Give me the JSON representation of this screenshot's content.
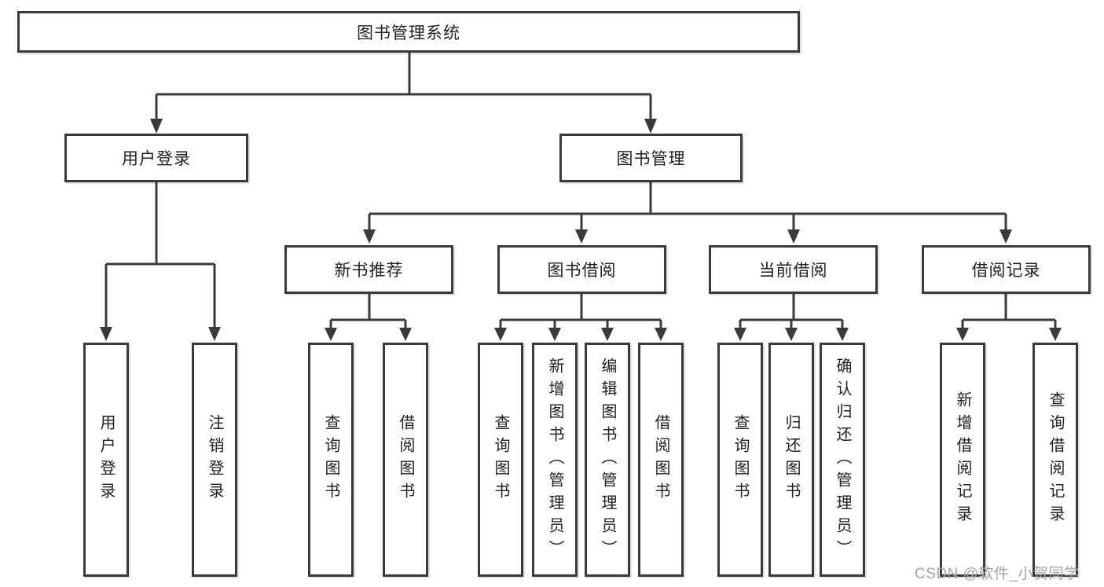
{
  "colors": {
    "background": "#ffffff",
    "line": "#3a3a3a",
    "box_border": "#3a3a3a",
    "text": "#1f1f1f",
    "watermark": "#a4a4a4"
  },
  "tree": {
    "label": "图书管理系统",
    "children": [
      {
        "label": "用户登录",
        "children": [
          {
            "label": "用户登录"
          },
          {
            "label": "注销登录"
          }
        ]
      },
      {
        "label": "图书管理",
        "children": [
          {
            "label": "新书推荐",
            "children": [
              {
                "label": "查询图书"
              },
              {
                "label": "借阅图书"
              }
            ]
          },
          {
            "label": "图书借阅",
            "children": [
              {
                "label": "查询图书"
              },
              {
                "label": "新增图书（管理员）"
              },
              {
                "label": "编辑图书（管理员）"
              },
              {
                "label": "借阅图书"
              }
            ]
          },
          {
            "label": "当前借阅",
            "children": [
              {
                "label": "查询图书"
              },
              {
                "label": "归还图书"
              },
              {
                "label": "确认归还（管理员）"
              }
            ]
          },
          {
            "label": "借阅记录",
            "children": [
              {
                "label": "新增借阅记录"
              },
              {
                "label": "查询借阅记录"
              }
            ]
          }
        ]
      }
    ]
  },
  "watermark": {
    "text": "CSDN @软件_小贺同学"
  }
}
